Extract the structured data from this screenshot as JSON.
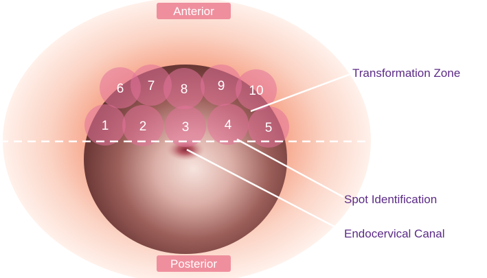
{
  "orientation": {
    "top_label": "Anterior",
    "bottom_label": "Posterior"
  },
  "spots": [
    {
      "id": "6",
      "label": "6"
    },
    {
      "id": "7",
      "label": "7"
    },
    {
      "id": "8",
      "label": "8"
    },
    {
      "id": "9",
      "label": "9"
    },
    {
      "id": "10",
      "label": "10"
    },
    {
      "id": "1",
      "label": "1"
    },
    {
      "id": "2",
      "label": "2"
    },
    {
      "id": "3",
      "label": "3"
    },
    {
      "id": "4",
      "label": "4"
    },
    {
      "id": "5",
      "label": "5"
    }
  ],
  "callouts": {
    "transformation_zone": "Transformation Zone",
    "spot_identification": "Spot Identification",
    "endocervical_canal": "Endocervical Canal"
  },
  "colors": {
    "callout_text": "#5b2a86",
    "tag_fill": "#ee8a9a",
    "spot_fill": "#e4739a",
    "tissue_glow": "#f6a489"
  }
}
